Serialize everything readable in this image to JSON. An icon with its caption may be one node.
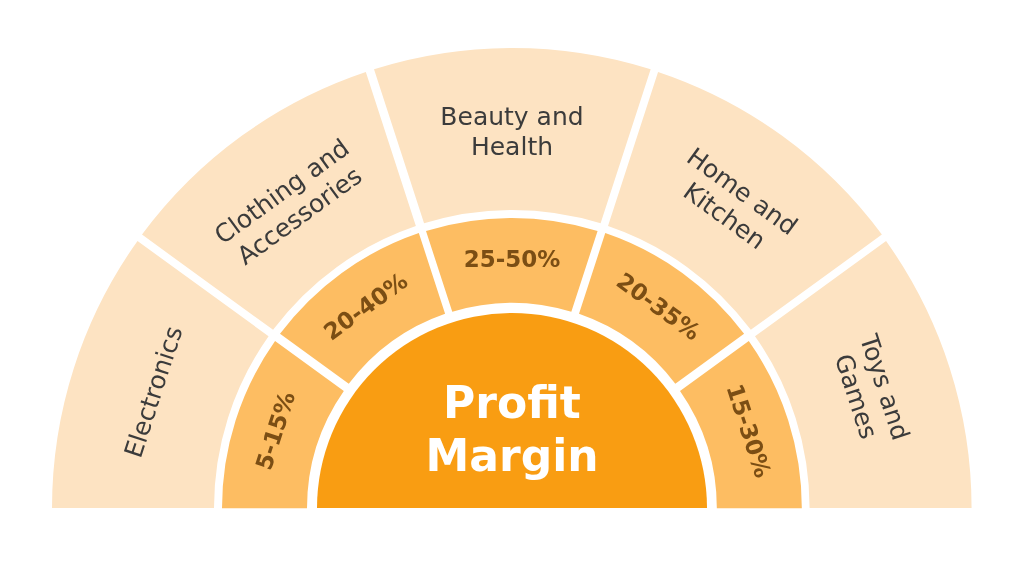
{
  "diagram": {
    "nodes": [
      {
        "text": [
          "Electronics"
        ]
      },
      {
        "text": [
          "Clothing and Accessories"
        ]
      },
      {
        "text": [
          "Beauty and Health"
        ]
      },
      {
        "text": [
          "Home and Kitchen"
        ]
      },
      {
        "text": [
          "Toys and Games"
        ]
      },
      {
        "text": [
          "5-15%"
        ]
      },
      {
        "text": [
          "20-40%"
        ]
      },
      {
        "text": [
          "25-50%"
        ]
      },
      {
        "text": [
          "20-35%"
        ]
      },
      {
        "text": [
          "15-30%"
        ]
      },
      {
        "text": [
          "Profit Margin"
        ]
      }
    ],
    "edges": []
  }
}
